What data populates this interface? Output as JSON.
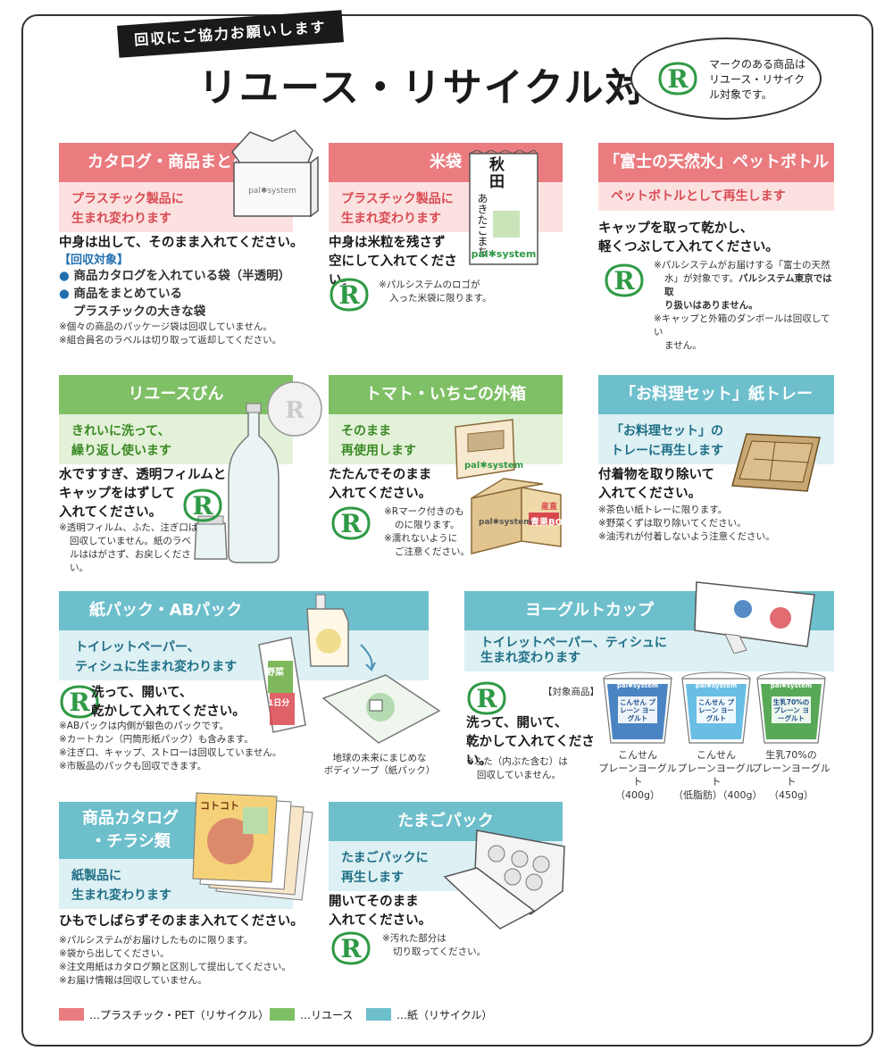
{
  "header": {
    "ribbon": "回収にご協力お願いします",
    "title": "リユース・リサイクル対象",
    "bubble_text": "マークのある商品はリユース・リサイクル対象です。"
  },
  "sections": {
    "catalog_bag": {
      "title": "カタログ・商品まとめ袋",
      "sub1": "プラスチック製品に",
      "sub2": "生まれ変わります",
      "instr": "中身は出して、そのまま入れてください。",
      "target_label": "【回収対象】",
      "bullet1": "商品カタログを入れている袋（半透明）",
      "bullet2a": "商品をまとめている",
      "bullet2b": "プラスチックの大きな袋",
      "note1": "※個々の商品のパッケージ袋は回収していません。",
      "note2": "※組合員名のラベルは切り取って返却してください。"
    },
    "rice_bag": {
      "title": "米袋",
      "sub1": "プラスチック製品に",
      "sub2": "生まれ変わります",
      "instr1": "中身は米粒を残さず",
      "instr2": "空にして入れてください。",
      "note1": "※パルシステムのロゴが",
      "note2": "入った米袋に限ります。",
      "bag_text1": "秋田",
      "bag_text2": "あきたこまち",
      "bag_logo": "pal✱system"
    },
    "pet_bottle": {
      "title": "「富士の天然水」ペットボトル",
      "sub": "ペットボトルとして再生します",
      "instr1": "キャップを取って乾かし、",
      "instr2": "軽くつぶして入れてください。",
      "note1a": "※パルシステムがお届けする「富士の天然",
      "note1b": "水」が対象です。",
      "note1bold1": "パルシステム東京では取",
      "note1bold2": "り扱いはありません。",
      "note2a": "※キャップと外箱のダンボールは回収してい",
      "note2b": "ません。"
    },
    "reuse_bottle": {
      "title": "リユースびん",
      "sub1": "きれいに洗って、",
      "sub2": "繰り返し使います",
      "instr1": "水ですすぎ、透明フィルムと",
      "instr2": "キャップをはずして",
      "instr3": "入れてください。",
      "note1": "※透明フィルム、ふた、注ぎ口は",
      "note2": "回収していません。紙のラベ",
      "note3": "ルははがさず、お戻しください。"
    },
    "tomato_box": {
      "title": "トマト・いちごの外箱",
      "sub1": "そのまま",
      "sub2": "再使用します",
      "instr1": "たたんでそのまま",
      "instr2": "入れてください。",
      "note1": "※Rマーク付きのも",
      "note2": "のに限ります。",
      "note3": "※濡れないように",
      "note4": "ご注意ください。",
      "box_logo": "pal✱system",
      "box_label": "青果BOX",
      "box_tag": "産直"
    },
    "cooking_tray": {
      "title": "「お料理セット」紙トレー",
      "sub1": "「お料理セット」の",
      "sub2": "トレーに再生します",
      "instr1": "付着物を取り除いて",
      "instr2": "入れてください。",
      "note1": "※茶色い紙トレーに限ります。",
      "note2": "※野菜くずは取り除いてください。",
      "note3": "※油汚れが付着しないよう注意ください。"
    },
    "paper_pack": {
      "title": "紙パック・ABパック",
      "sub1": "トイレットペーパー、",
      "sub2": "ティシュに生まれ変わります",
      "instr1": "洗って、開いて、",
      "instr2": "乾かして入れてください。",
      "note1": "※ABパックは内側が銀色のパックです。",
      "note2": "※カートカン（円筒形紙パック）も含みます。",
      "note3": "※注ぎ口、キャップ、ストローは回収していません。",
      "note4": "※市販品のパックも回収できます。",
      "caption1": "地球の未来にまじめな",
      "caption2": "ボディソープ（紙パック）",
      "pack_label": "野菜",
      "pack_label2": "1日分"
    },
    "yogurt": {
      "title": "ヨーグルトカップ",
      "sub1": "トイレットペーパー、ティシュに",
      "sub2": "生まれ変わります",
      "target_label": "【対象商品】",
      "instr1": "洗って、開いて、",
      "instr2": "乾かして入れてください。",
      "note1": "※ふた（内ぶた含む）は",
      "note2": "回収していません。",
      "products": [
        {
          "name1": "こんせん",
          "name2": "プレーンヨーグルト",
          "name3": "（400g）",
          "color": "#2a6fb7",
          "label": "こんせん プレーン ヨーグルト"
        },
        {
          "name1": "こんせん",
          "name2": "プレーンヨーグルト",
          "name3": "（低脂肪）（400g）",
          "color": "#4fb3e0",
          "label": "こんせん プレーン ヨーグルト"
        },
        {
          "name1": "生乳70%の",
          "name2": "プレーンヨーグルト",
          "name3": "（450g）",
          "color": "#3b9a3a",
          "label": "生乳70%の プレーン ヨーグルト"
        }
      ],
      "cup_brand": "pal✱system"
    },
    "catalog_flyer": {
      "title1": "商品カタログ",
      "title2": "・チラシ類",
      "sub1": "紙製品に",
      "sub2": "生まれ変わります",
      "instr": "ひもでしばらずそのまま入れてください。",
      "note1": "※パルシステムがお届けしたものに限ります。",
      "note2": "※袋から出してください。",
      "note3": "※注文用紙はカタログ類と区別して提出してください。",
      "note4": "※お届け情報は回収していません。",
      "catalog_cover": "コトコト"
    },
    "egg_pack": {
      "title": "たまごパック",
      "sub1": "たまごパックに",
      "sub2": "再生します",
      "instr1": "開いてそのまま",
      "instr2": "入れてください。",
      "note1": "※汚れた部分は",
      "note2": "切り取ってください。"
    }
  },
  "legend": [
    {
      "label": "…プラスチック・PET（リサイクル）",
      "color": "#ea7b7f"
    },
    {
      "label": "…リユース",
      "color": "#7fc066"
    },
    {
      "label": "…紙（リサイクル）",
      "color": "#6dbfcc"
    }
  ],
  "colors": {
    "plastic": "#ea7b7f",
    "reuse": "#7fc066",
    "paper": "#6dbfcc",
    "rmark_green": "#2f9a45"
  }
}
